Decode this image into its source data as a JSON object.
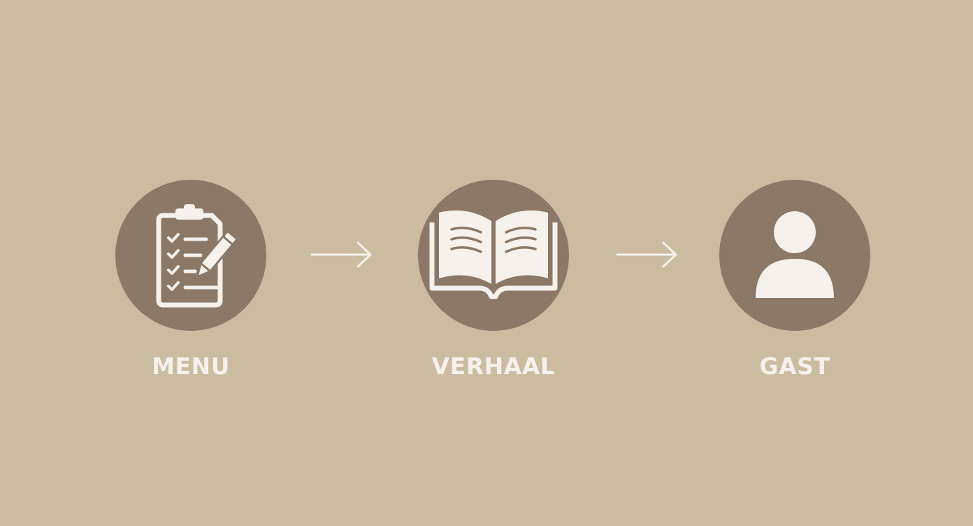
{
  "background_color": "#cbbba1",
  "circle_color": "#8b7867",
  "foreground_color": "#f6f1ea",
  "steps": [
    {
      "label": "MENU",
      "icon": "clipboard-checklist-pencil-icon"
    },
    {
      "label": "VERHAAL",
      "icon": "open-book-icon"
    },
    {
      "label": "GAST",
      "icon": "person-icon"
    }
  ],
  "connectors": [
    {
      "icon": "arrow-right-icon"
    },
    {
      "icon": "arrow-right-icon"
    }
  ]
}
